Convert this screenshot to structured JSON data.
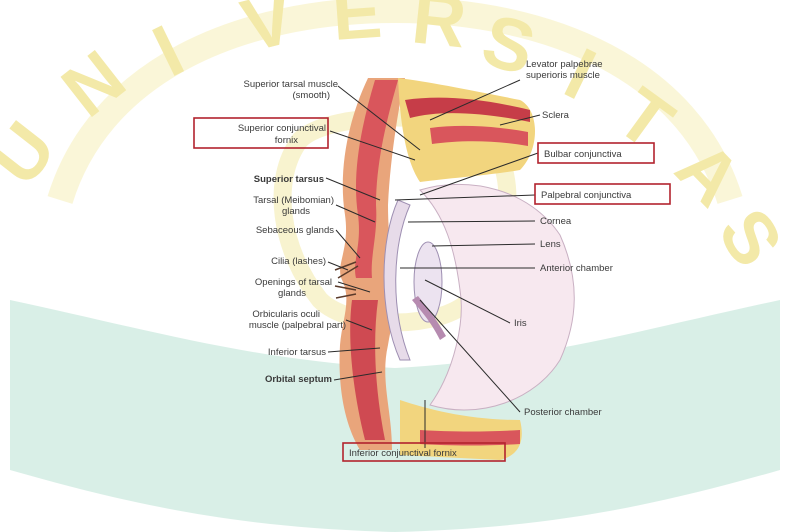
{
  "watermark": {
    "letters": [
      "U",
      "N",
      "I",
      "V",
      "E",
      "R",
      "S",
      "I",
      "T",
      "A",
      "S"
    ],
    "text": "UNIVERSITAS"
  },
  "labels": {
    "superior_tarsal_muscle": "Superior tarsal muscle",
    "superior_tarsal_muscle_2": "(smooth)",
    "superior_conjunctival_fornix": "Superior conjunctival",
    "superior_conjunctival_fornix_2": "fornix",
    "superior_tarsus": "Superior tarsus",
    "tarsal_glands": "Tarsal (Meibomian)",
    "tarsal_glands_2": "glands",
    "sebaceous_glands": "Sebaceous glands",
    "cilia": "Cilia (lashes)",
    "openings_tarsal": "Openings of tarsal",
    "openings_tarsal_2": "glands",
    "orbicularis": "Orbicularis oculi",
    "orbicularis_2": "muscle (palpebral part)",
    "inferior_tarsus": "Inferior tarsus",
    "orbital_septum": "Orbital septum",
    "levator": "Levator palpebrae",
    "levator_2": "superioris muscle",
    "sclera": "Sclera",
    "bulbar_conjunctiva": "Bulbar conjunctiva",
    "palpebral_conjunctiva": "Palpebral conjunctiva",
    "cornea": "Cornea",
    "lens": "Lens",
    "anterior_chamber": "Anterior chamber",
    "iris": "Iris",
    "posterior_chamber": "Posterior chamber",
    "inferior_conjunctival_fornix": "Inferior conjunctival fornix"
  },
  "colors": {
    "watermark_yellow": "#f3e9a8",
    "watermark_teal": "#d2ece3",
    "box_red": "#b2232e",
    "skin": "#e9a57b",
    "muscle": "#d9565c",
    "fat": "#f2d57e"
  }
}
